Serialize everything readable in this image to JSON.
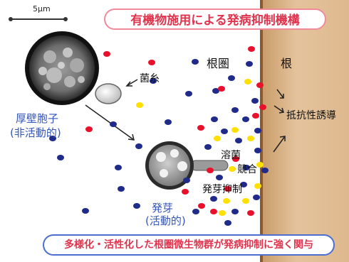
{
  "title": "有機物施用による発病抑制機構",
  "footer": "多様化・活性化した根圏微生物群が発病抑制に強く関与",
  "labels": {
    "scale": "5μm",
    "hypha": "菌糸",
    "chlamydospore": "厚壁胞子",
    "inactive": "(非活動的)",
    "germination": "発芽",
    "active": "(活動的)",
    "rhizosphere": "根圏",
    "root": "根",
    "lysis": "溶菌",
    "competition": "競合",
    "germination_inhibition": "発芽抑制",
    "resistance": "抵抗性誘導"
  },
  "colors": {
    "title_text": "#e0334d",
    "title_border": "#f08a9a",
    "footer_border": "#4a6fd1",
    "blue_label": "#3456b8",
    "root_fill": "#deb88e",
    "microbe_blue": "#1f2a8a",
    "microbe_red": "#e8102a",
    "microbe_yellow": "#ffe000"
  },
  "icons": [
    "arrow-icon",
    "spore-icon",
    "microbe-dot-icon"
  ]
}
